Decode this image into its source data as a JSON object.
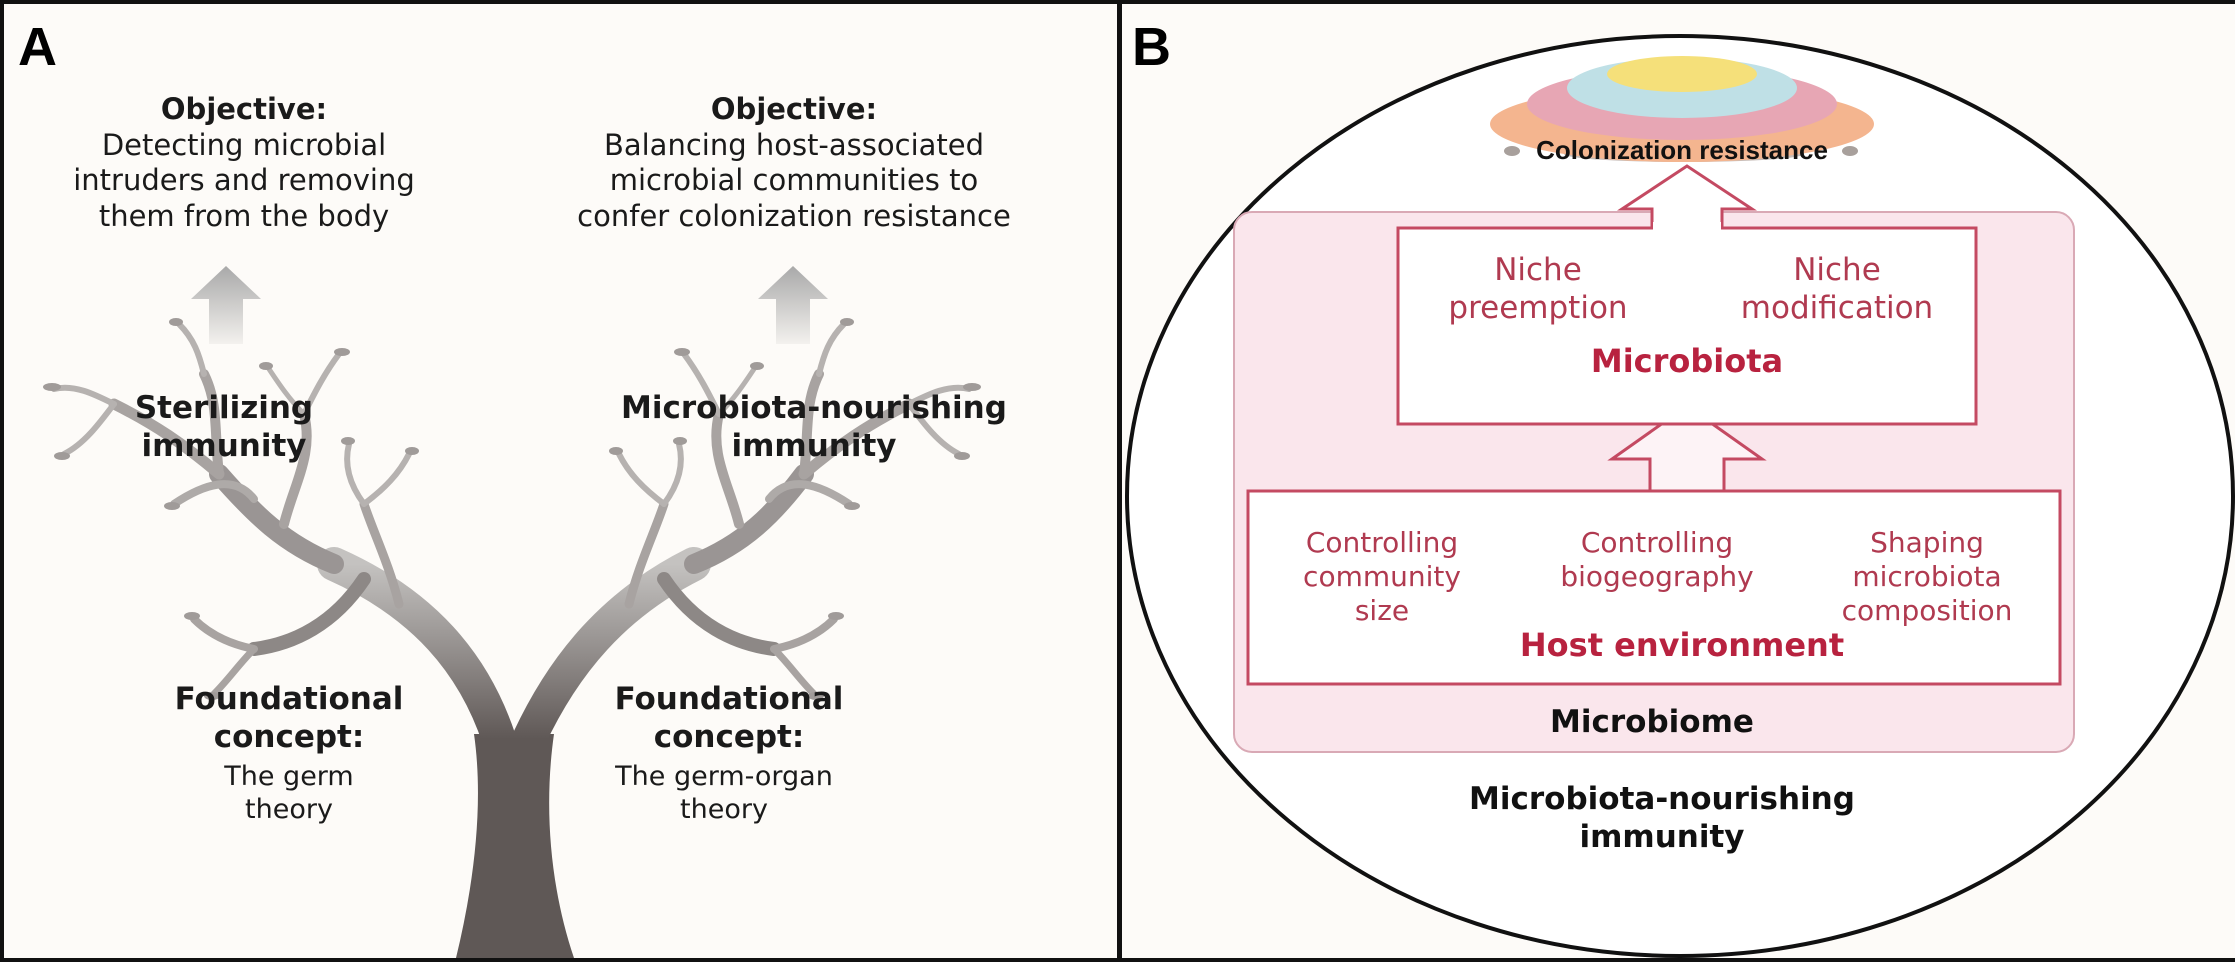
{
  "panel_a": {
    "label": "A",
    "left_objective": {
      "heading": "Objective:",
      "text": "Detecting microbial\nintruders and removing\nthem from the body"
    },
    "right_objective": {
      "heading": "Objective:",
      "text": "Balancing host-associated\nmicrobial communities to\nconfer colonization resistance"
    },
    "left_branch": "Sterilizing\nimmunity",
    "right_branch": "Microbiota-nourishing\nimmunity",
    "left_concept": {
      "heading": "Foundational\nconcept:",
      "text": "The germ\ntheory"
    },
    "right_concept": {
      "heading": "Foundational\nconcept:",
      "text": "The germ-organ\ntheory"
    }
  },
  "panel_b": {
    "label": "B",
    "top_label": "Colonization resistance",
    "microbiota_box": {
      "items": [
        "Niche\npreemption",
        "Niche\nmodification"
      ],
      "title": "Microbiota"
    },
    "host_box": {
      "items": [
        "Controlling\ncommunity\nsize",
        "Controlling\nbiogeography",
        "Shaping\nmicrobiota\ncomposition"
      ],
      "title": "Host environment"
    },
    "microbiome_label": "Microbiome",
    "bottom_label": "Microbiota-nourishing\nimmunity"
  },
  "colors": {
    "accent_red": "#b8223f",
    "box_stroke": "#c44a62",
    "microbiome_fill": "#fae6ec",
    "layer_orange": "#f4b58f",
    "layer_pink": "#e7a6b4",
    "layer_blue": "#bfe0e6",
    "layer_yellow": "#f5e07a"
  }
}
